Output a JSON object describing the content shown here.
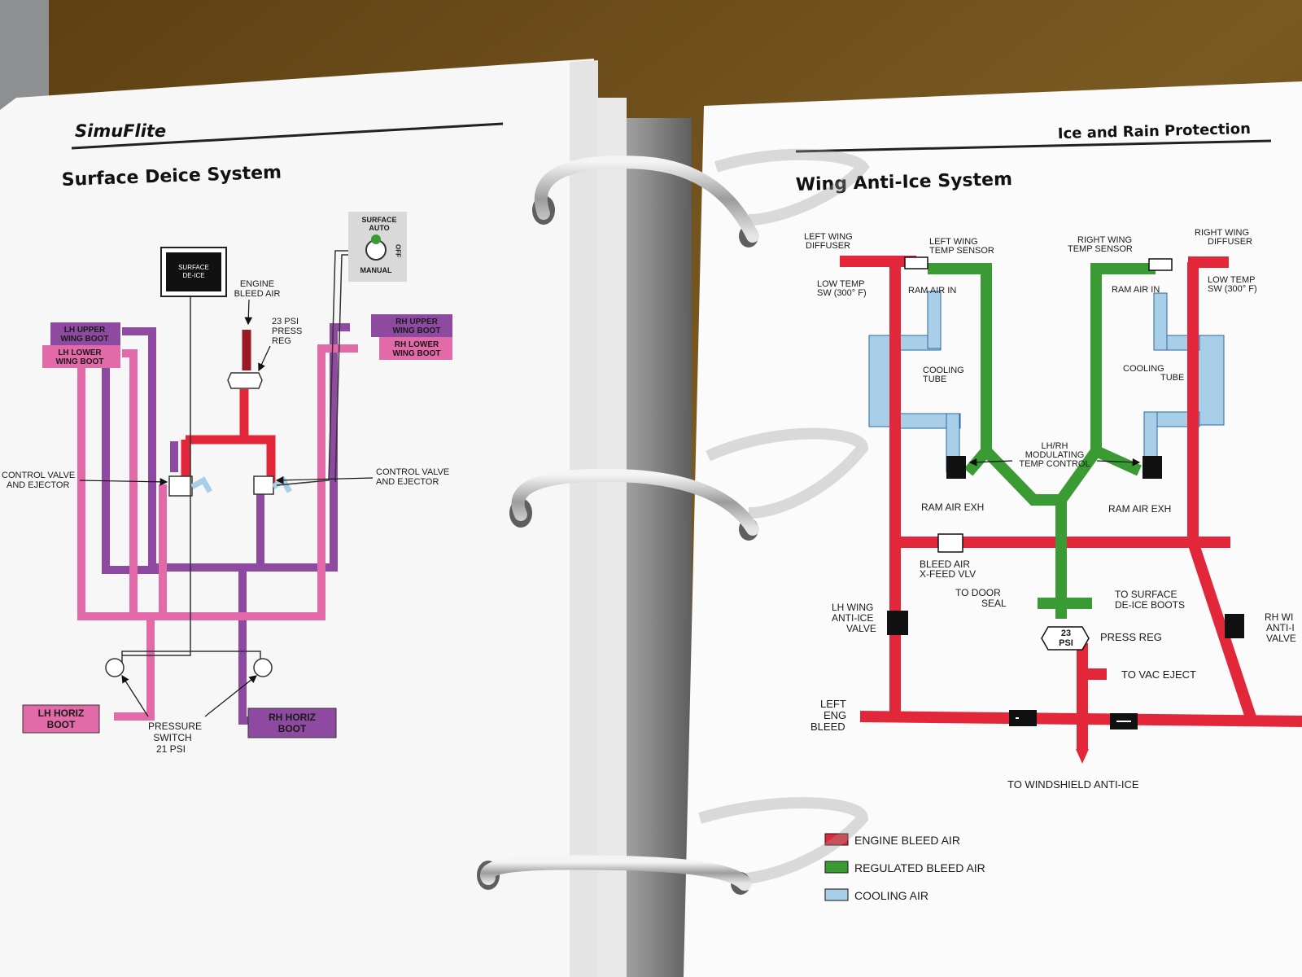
{
  "left_page": {
    "brand": "SimuFlite",
    "title": "Surface Deice System",
    "labels": {
      "surface_deice_line1": "SURFACE",
      "surface_deice_line2": "DE-ICE",
      "switch_auto_line1": "SURFACE",
      "switch_auto_line2": "AUTO",
      "switch_off": "OFF",
      "switch_manual": "MANUAL",
      "engine_bleed_line1": "ENGINE",
      "engine_bleed_line2": "BLEED AIR",
      "press_reg_line1": "23 PSI",
      "press_reg_line2": "PRESS",
      "press_reg_line3": "REG",
      "lh_upper_line1": "LH UPPER",
      "lh_upper_line2": "WING BOOT",
      "lh_lower_line1": "LH LOWER",
      "lh_lower_line2": "WING BOOT",
      "rh_upper_line1": "RH UPPER",
      "rh_upper_line2": "WING BOOT",
      "rh_lower_line1": "RH LOWER",
      "rh_lower_line2": "WING BOOT",
      "ctrl_valve_left_line1": "CONTROL VALVE",
      "ctrl_valve_left_line2": "AND EJECTOR",
      "ctrl_valve_right_line1": "CONTROL VALVE",
      "ctrl_valve_right_line2": "AND EJECTOR",
      "lh_horiz_line1": "LH HORIZ",
      "lh_horiz_line2": "BOOT",
      "rh_horiz_line1": "RH HORIZ",
      "rh_horiz_line2": "BOOT",
      "pressure_switch_line1": "PRESSURE",
      "pressure_switch_line2": "SWITCH",
      "pressure_switch_line3": "21 PSI"
    }
  },
  "right_page": {
    "header": "Ice and Rain Protection",
    "title": "Wing Anti-Ice System",
    "labels": {
      "left_diffuser_line1": "LEFT WING",
      "left_diffuser_line2": "DIFFUSER",
      "left_temp_sensor_line1": "LEFT WING",
      "left_temp_sensor_line2": "TEMP SENSOR",
      "right_temp_sensor_line1": "RIGHT WING",
      "right_temp_sensor_line2": "TEMP SENSOR",
      "right_diffuser_line1": "RIGHT WING",
      "right_diffuser_line2": "DIFFUSER",
      "low_temp_left_line1": "LOW TEMP",
      "low_temp_left_line2": "SW (300° F)",
      "low_temp_right_line1": "LOW TEMP",
      "low_temp_right_line2": "SW (300° F)",
      "ram_air_in_left": "RAM AIR IN",
      "ram_air_in_right": "RAM AIR IN",
      "cooling_tube_left_line1": "COOLING",
      "cooling_tube_left_line2": "TUBE",
      "cooling_tube_right_line1": "COOLING",
      "cooling_tube_right_line2": "TUBE",
      "modulating_line1": "LH/RH",
      "modulating_line2": "MODULATING",
      "modulating_line3": "TEMP CONTROL",
      "ram_air_exh_left": "RAM  AIR EXH",
      "ram_air_exh_right": "RAM  AIR EXH",
      "bleed_xfeed_line1": "BLEED AIR",
      "bleed_xfeed_line2": "X-FEED VLV",
      "to_door_seal_line1": "TO DOOR",
      "to_door_seal_line2": "SEAL",
      "to_surface_deice_line1": "TO SURFACE",
      "to_surface_deice_line2": "DE-ICE BOOTS",
      "lh_wing_aice_line1": "LH WING",
      "lh_wing_aice_line2": "ANTI-ICE",
      "lh_wing_aice_line3": "VALVE",
      "rh_wing_aice_line1": "RH WI",
      "rh_wing_aice_line2": "ANTI-I",
      "rh_wing_aice_line3": "VALVE",
      "psi_line1": "23",
      "psi_line2": "PSI",
      "press_reg": "PRESS REG",
      "to_vac_eject": "TO VAC EJECT",
      "left_eng_line1": "LEFT",
      "left_eng_line2": "ENG",
      "left_eng_line3": "BLEED",
      "to_windshield": "TO WINDSHIELD ANTI-ICE"
    },
    "legend": [
      {
        "label": "ENGINE BLEED AIR",
        "color": "#e2273a"
      },
      {
        "label": "REGULATED BLEED AIR",
        "color": "#3a9a34"
      },
      {
        "label": "COOLING AIR",
        "color": "#a9cfe8"
      }
    ]
  },
  "colors": {
    "engine_bleed": "#e2273a",
    "regulated": "#3a9a34",
    "cooling": "#a9cfe8",
    "purple_line": "#8e4aa0",
    "pink_line": "#e36aa8",
    "dark_red": "#9a1a24"
  }
}
